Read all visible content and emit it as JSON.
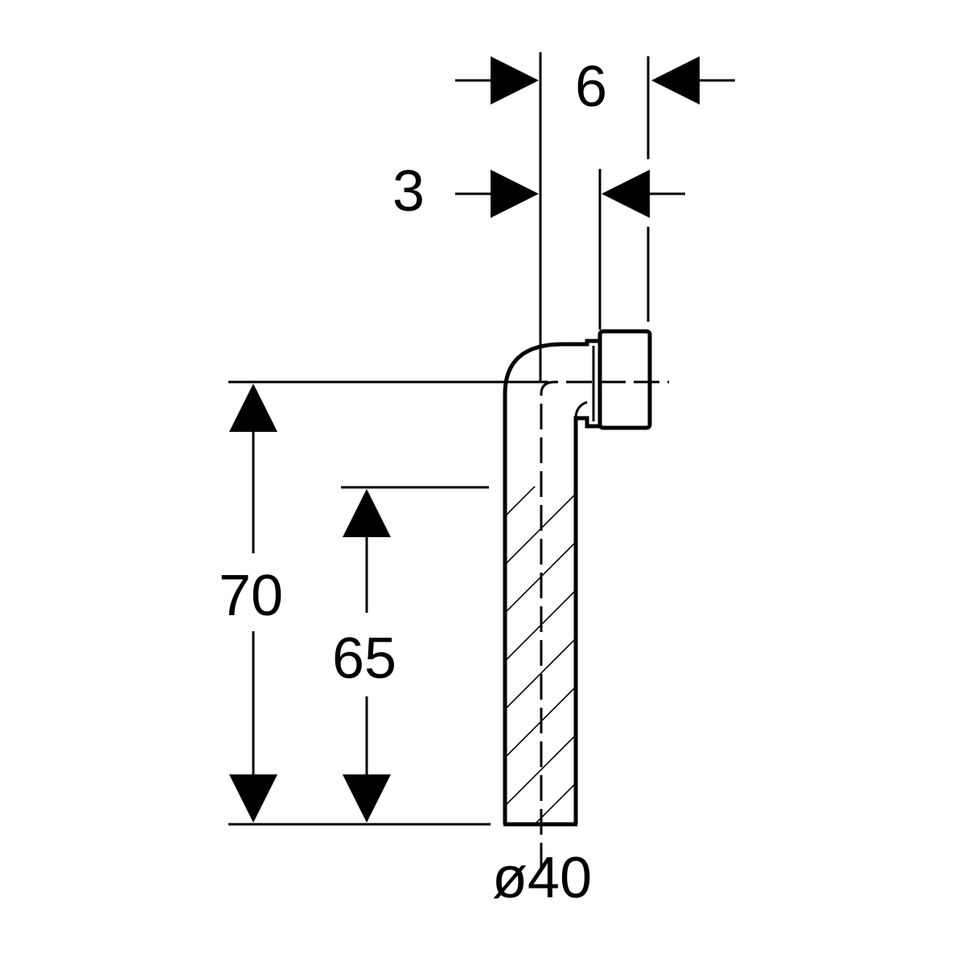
{
  "drawing": {
    "colors": {
      "line": "#000000",
      "background": "#ffffff"
    },
    "dimensions": {
      "offset_outer": "6",
      "offset_inner": "3",
      "height_total": "70",
      "height_straight": "65",
      "pipe_diameter": "ø40"
    }
  }
}
